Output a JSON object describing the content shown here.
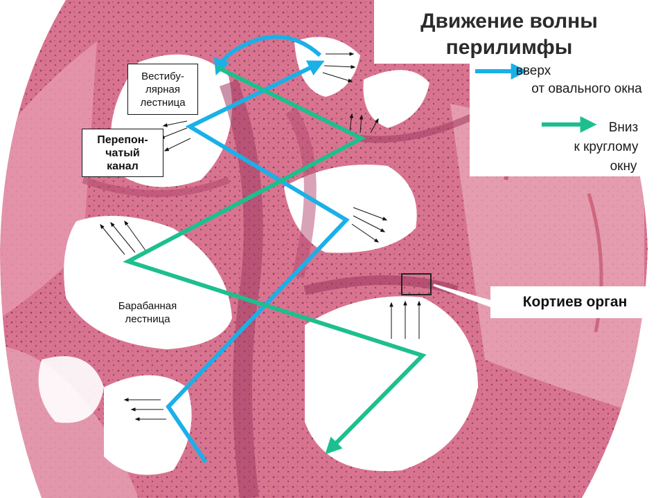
{
  "title": "Движение волны перилимфы",
  "legend": [
    {
      "color": "#1ab0e8",
      "text_line1": "вверх",
      "text_line2": "от овального окна"
    },
    {
      "color": "#1dbf8e",
      "text_line1": "Вниз",
      "text_line2": "к круглому",
      "text_line3": "окну"
    }
  ],
  "labels": {
    "vestibular": "Вестибу-\nлярная\nлестница",
    "membranous": "Перепон-\nчатый\nканал",
    "tympanic": "Барабанная\nлестница",
    "organ_corti": "Кортиев орган"
  },
  "colors": {
    "up_arrow": "#1ab0e8",
    "down_arrow": "#1dbf8e",
    "tissue": "#c95a7a",
    "tissue_light": "#e8a7b8",
    "cavity": "#ffffff"
  }
}
